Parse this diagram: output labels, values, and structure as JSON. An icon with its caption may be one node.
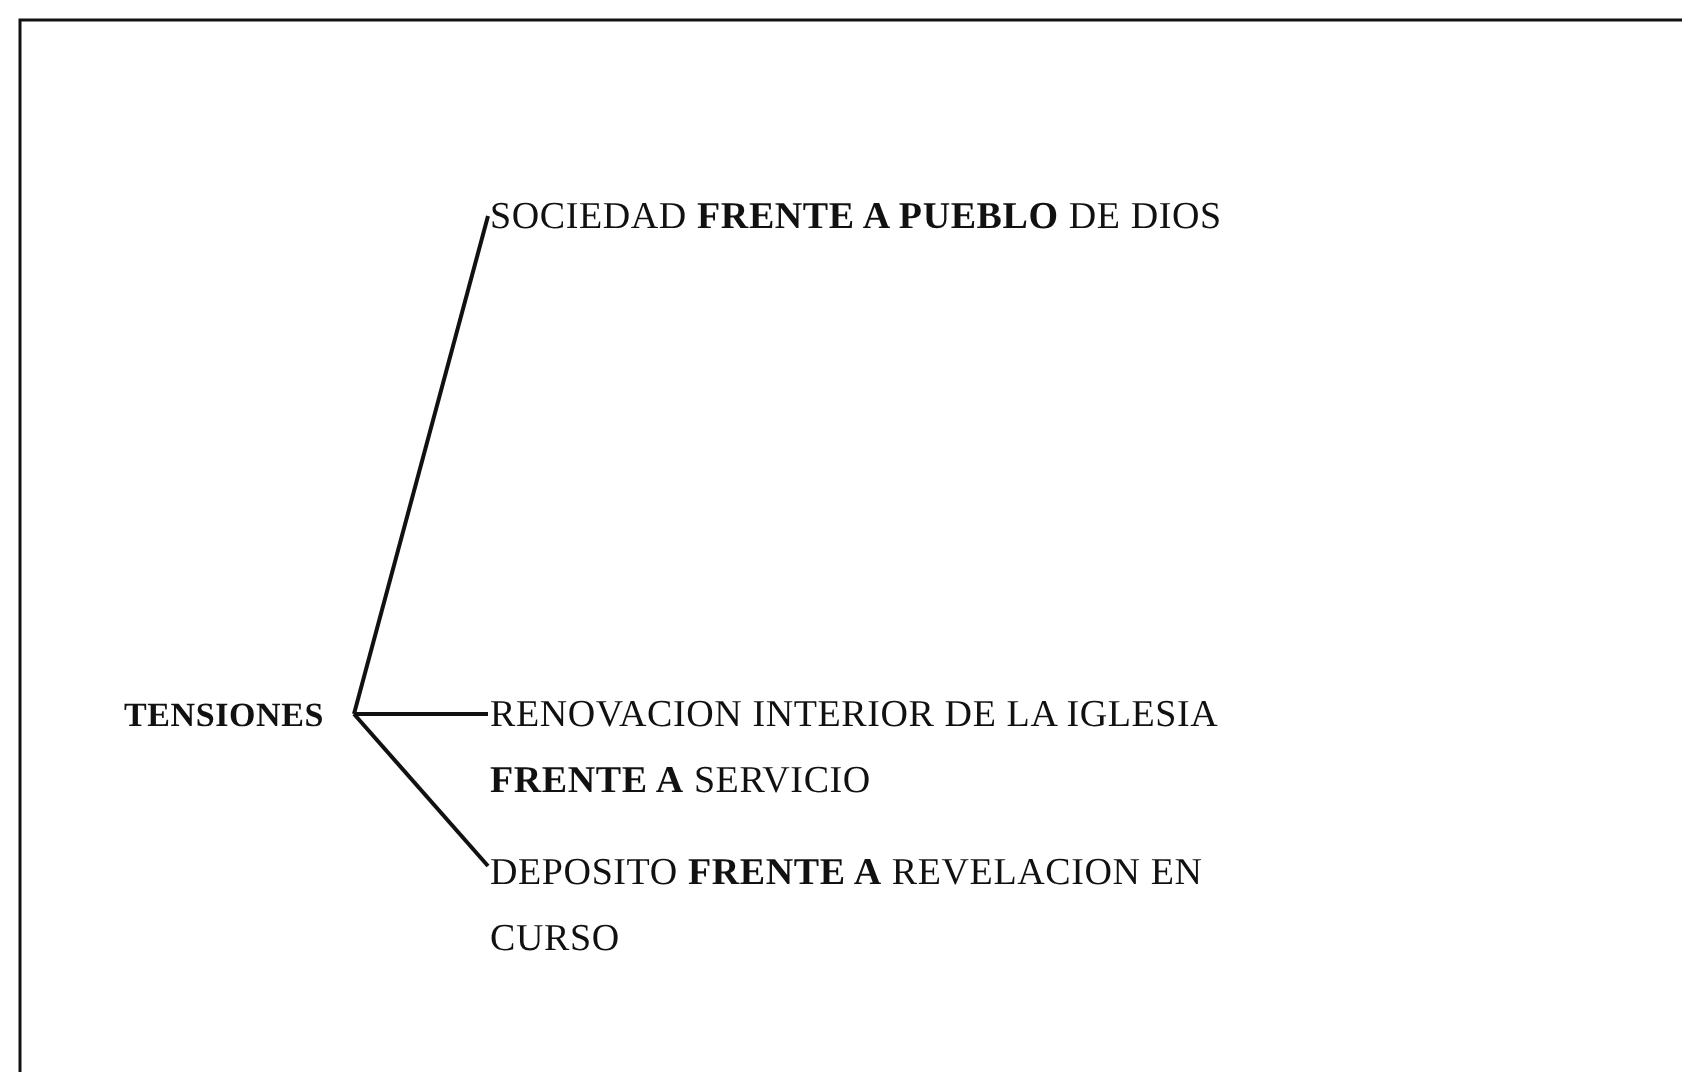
{
  "diagram": {
    "nodes": [
      {
        "text": [
          "TENSIONES"
        ]
      },
      {
        "text": [
          "SOCIEDAD **FRENTE A PUEBLO** DE DIOS"
        ]
      },
      {
        "text": [
          "RENOVACION INTERIOR DE LA IGLESIA **FRENTE A** SERVICIO"
        ]
      },
      {
        "text": [
          "DEPOSITO **FRENTE A** REVELACION EN CURSO"
        ]
      }
    ],
    "edges": [
      {
        "from": 0,
        "to": 1,
        "arrow": "none"
      },
      {
        "from": 0,
        "to": 2,
        "arrow": "none"
      },
      {
        "from": 0,
        "to": 3,
        "arrow": "none"
      }
    ]
  }
}
